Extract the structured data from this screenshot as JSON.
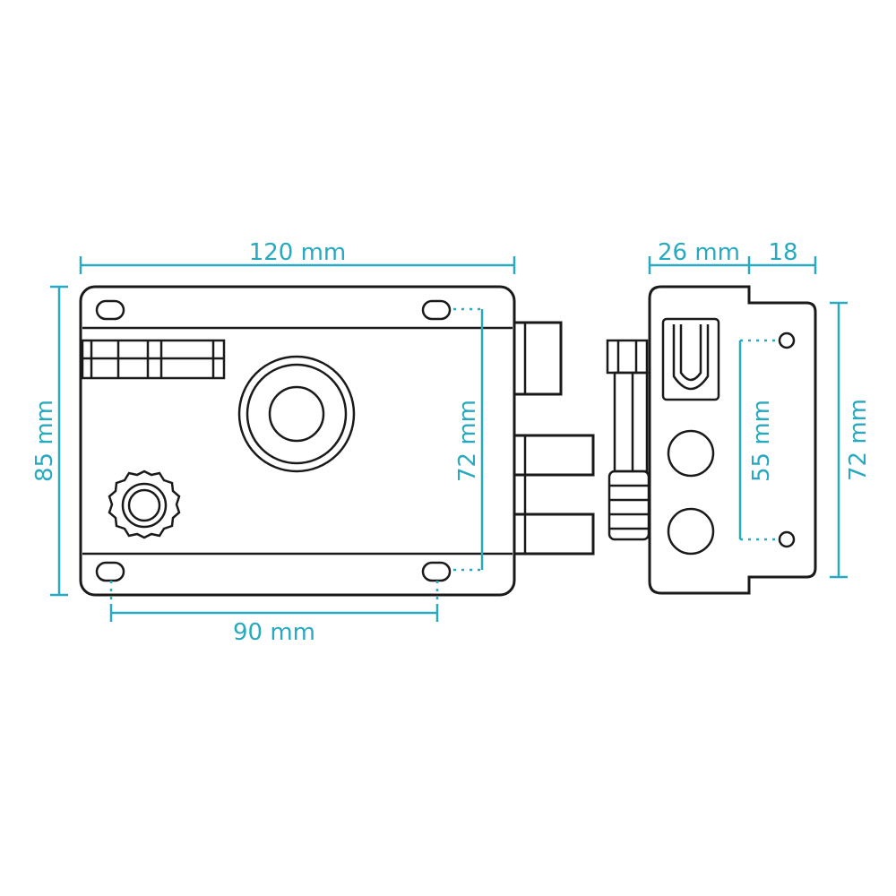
{
  "colors": {
    "outline": "#1a1a1a",
    "dimension": "#29a9c0",
    "background": "#ffffff"
  },
  "dimensions": {
    "main_width": "120 mm",
    "main_height": "85 mm",
    "hole_vertical": "72 mm",
    "hole_horizontal": "90 mm",
    "side_width": "26 mm",
    "side_extra": "18",
    "keeper_hole_spacing": "55 mm",
    "keeper_height": "72 mm"
  }
}
